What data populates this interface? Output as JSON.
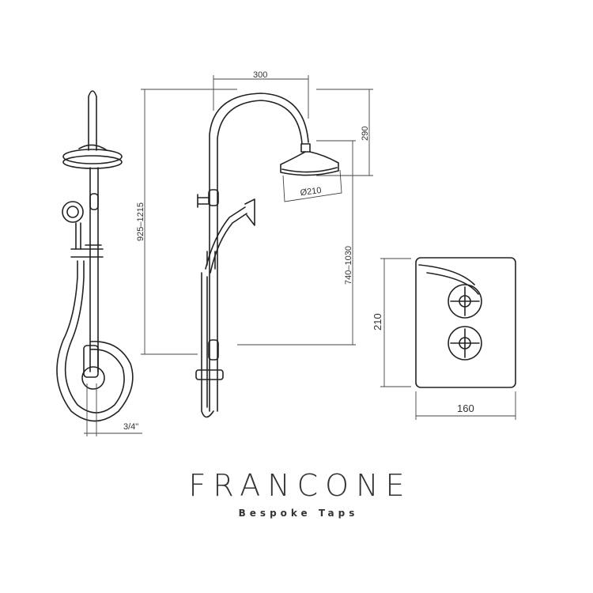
{
  "dimensions": {
    "reach": "300",
    "head_drop": "290",
    "total_height": "925–1215",
    "head_height": "740–1030",
    "head_diameter": "Ø210",
    "connection": "3/4\"",
    "valve_height": "210",
    "valve_width": "160"
  },
  "logo": {
    "brand": "FRANCONE",
    "tagline": "Bespoke Taps"
  }
}
